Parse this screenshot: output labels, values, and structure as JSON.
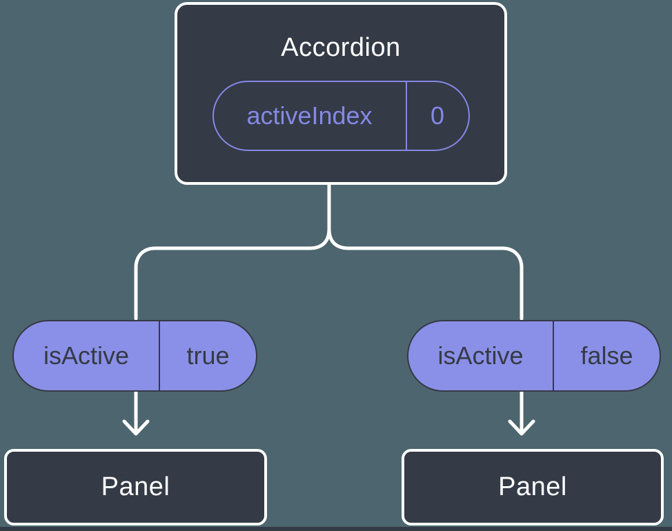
{
  "colors": {
    "background": "#4d656e",
    "node_bg": "#343a46",
    "node_border": "#ffffff",
    "accent_purple": "#8a90e8",
    "outline_purple": "#8489e4",
    "dark_text": "#353a45",
    "white_text": "#ffffff"
  },
  "tree": {
    "root": {
      "title": "Accordion",
      "prop": {
        "name": "activeIndex",
        "value": "0"
      }
    },
    "children": [
      {
        "prop": {
          "name": "isActive",
          "value": "true"
        },
        "node": {
          "title": "Panel"
        }
      },
      {
        "prop": {
          "name": "isActive",
          "value": "false"
        },
        "node": {
          "title": "Panel"
        }
      }
    ]
  }
}
